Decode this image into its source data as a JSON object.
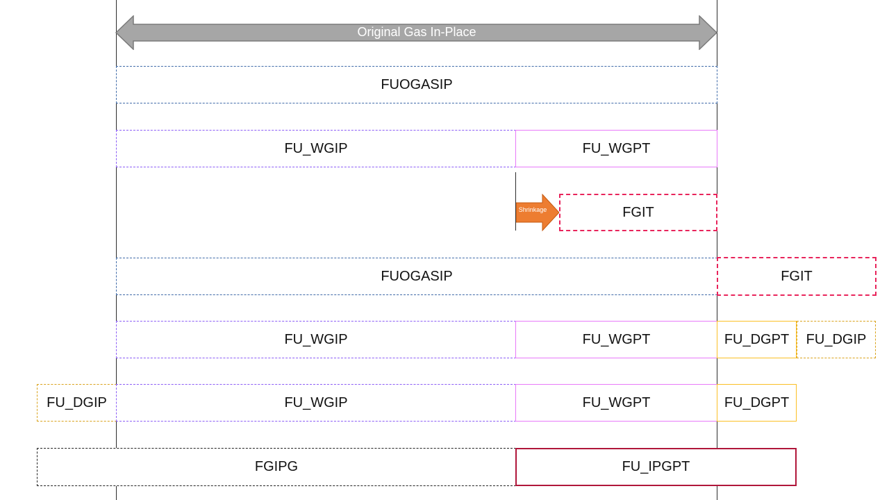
{
  "header_arrow": {
    "label": "Original Gas In-Place",
    "color": "#a6a6a6"
  },
  "shrinkage_arrow": {
    "label": "Shrinkage",
    "color": "#ed7d31"
  },
  "rows": [
    {
      "boxes": [
        {
          "label": "FUOGASIP",
          "style": "blue-dash-dot"
        }
      ]
    },
    {
      "boxes": [
        {
          "label": "FU_WGIP",
          "style": "purple-dash"
        },
        {
          "label": "FU_WGPT",
          "style": "pink-solid"
        }
      ]
    },
    {
      "boxes": [
        {
          "label": "FGIT",
          "style": "red-dash"
        }
      ]
    },
    {
      "boxes": [
        {
          "label": "FUOGASIP",
          "style": "blue-dash-dot"
        },
        {
          "label": "FGIT",
          "style": "red-dash"
        }
      ]
    },
    {
      "boxes": [
        {
          "label": "FU_WGIP",
          "style": "purple-dash"
        },
        {
          "label": "FU_WGPT",
          "style": "pink-solid"
        },
        {
          "label": "FU_DGPT",
          "style": "orange-solid"
        },
        {
          "label": "FU_DGIP",
          "style": "orange-dash"
        }
      ]
    },
    {
      "boxes": [
        {
          "label": "FU_DGIP",
          "style": "orange-dash"
        },
        {
          "label": "FU_WGIP",
          "style": "purple-dash"
        },
        {
          "label": "FU_WGPT",
          "style": "pink-solid"
        },
        {
          "label": "FU_DGPT",
          "style": "orange-solid"
        }
      ]
    },
    {
      "boxes": [
        {
          "label": "FGIPG",
          "style": "black-dash"
        },
        {
          "label": "FU_IPGPT",
          "style": "crimson-solid"
        }
      ]
    }
  ]
}
